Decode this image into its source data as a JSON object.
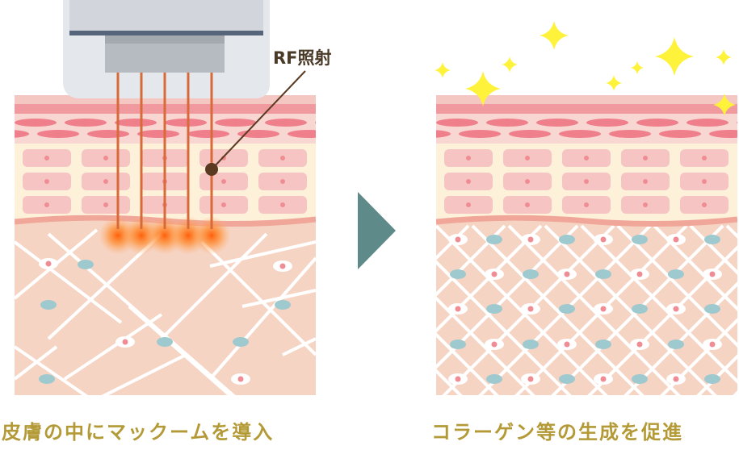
{
  "labels": {
    "rf_irradiation": "RF照射",
    "left_caption": "皮膚の中にマックームを導入",
    "right_caption": "コラーゲン等の生成を促進"
  },
  "colors": {
    "caption_text": "#b49a36",
    "label_text": "#4a3a28",
    "arrow": "#5f8a8a",
    "sparkle": "#fff23a",
    "dermis": "#f6d4c4",
    "fat_layer": "#fdf1da",
    "epidermis_band": "#f5c7c3",
    "stratum_line": "#f09aa0",
    "cell": "#f7c4c4",
    "nucleus": "#f08c93",
    "fibroblast": "#9ec9ce",
    "probe_body": "#e3e6ea",
    "probe_tip": "#b8bcc2",
    "probe_band": "#56657a",
    "electrode": "#d86a3a",
    "leader_line": "#5a3a20"
  }
}
